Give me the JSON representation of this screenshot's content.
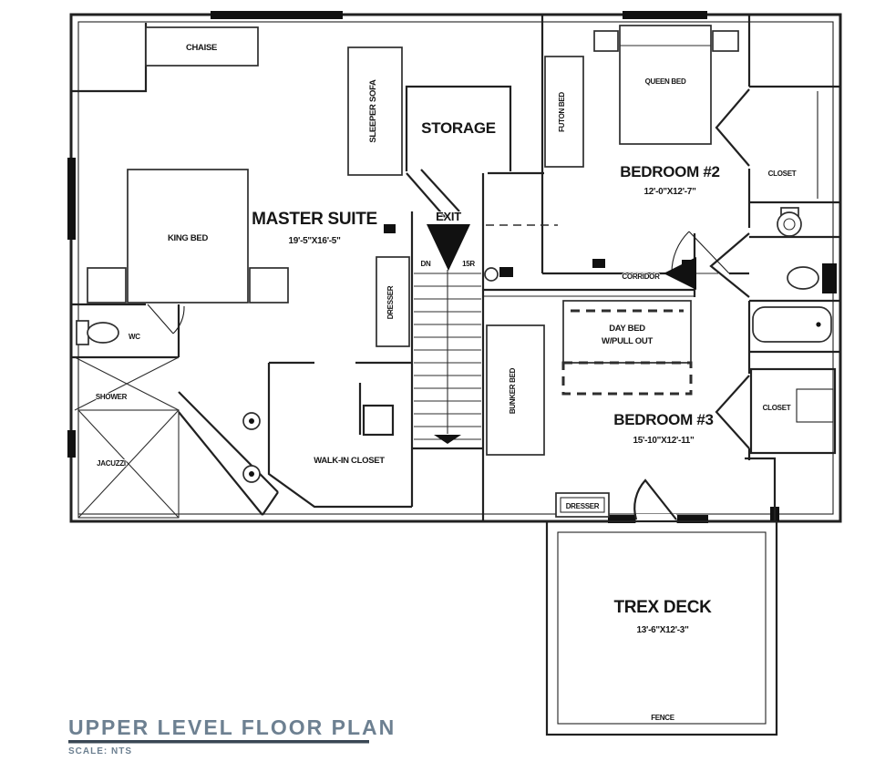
{
  "sheet": {
    "title": "UPPER LEVEL FLOOR PLAN",
    "scale_note": "SCALE: NTS"
  },
  "rooms": {
    "master_suite": {
      "name": "MASTER SUITE",
      "dims": "19'-5\"X16'-5\""
    },
    "bedroom_2": {
      "name": "BEDROOM #2",
      "dims": "12'-0\"X12'-7\""
    },
    "bedroom_3": {
      "name": "BEDROOM #3",
      "dims": "15'-10\"X12'-11\""
    },
    "storage": {
      "name": "STORAGE"
    },
    "corridor": {
      "name": "CORRIDOR"
    },
    "walk_in_closet": {
      "name": "WALK-IN CLOSET"
    },
    "closet_upper": {
      "name": "CLOSET"
    },
    "closet_lower": {
      "name": "CLOSET"
    },
    "wc": {
      "name": "WC"
    },
    "shower": {
      "name": "SHOWER"
    },
    "jacuzzi": {
      "name": "JACUZZI"
    },
    "trex_deck": {
      "name": "TREX DECK",
      "dims": "13'-6\"X12'-3\""
    }
  },
  "furniture": {
    "chaise": {
      "label": "CHAISE"
    },
    "sleeper_sofa": {
      "label": "SLEEPER SOFA"
    },
    "king_bed": {
      "label": "KING BED"
    },
    "queen_bed": {
      "label": "QUEEN BED"
    },
    "futon_bed": {
      "label": "FUTON BED"
    },
    "bunker_bed": {
      "label": "BUNKER BED"
    },
    "day_bed": {
      "line1": "DAY BED",
      "line2": "W/PULL OUT"
    },
    "dresser_stair": {
      "label": "DRESSER"
    },
    "dresser_bedroom3": {
      "label": "DRESSER"
    }
  },
  "stairs": {
    "exit_label": "EXIT",
    "down_note_left": "DN",
    "down_note_right": "15R"
  },
  "deck": {
    "fence_label": "FENCE"
  },
  "colors": {
    "wall": "#212121",
    "furniture": "#2e2e2e",
    "title_text": "#6d8091",
    "title_rule": "#3a4754",
    "background": "#ffffff"
  }
}
